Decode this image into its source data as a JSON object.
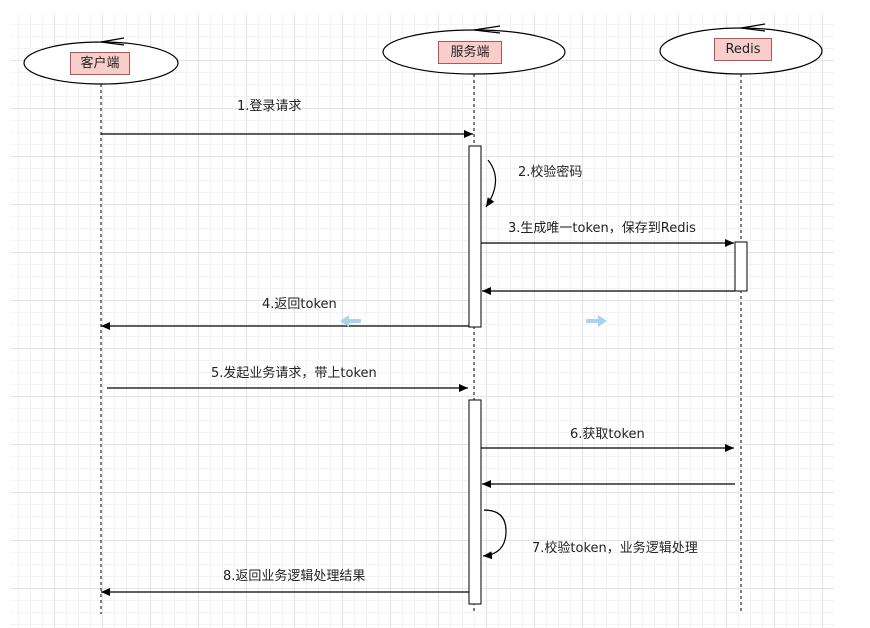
{
  "participants": {
    "client": "客户端",
    "server": "服务端",
    "redis": "Redis"
  },
  "messages": {
    "m1": "1.登录请求",
    "m2": "2.校验密码",
    "m3": "3.生成唯一token，保存到Redis",
    "m4": "4.返回token",
    "m5": "5.发起业务请求，带上token",
    "m6": "6.获取token",
    "m7": "7.校验token，业务逻辑处理",
    "m8": "8.返回业务逻辑处理结果"
  },
  "colors": {
    "participant_fill": "#f8cecc",
    "participant_border": "#b85450",
    "line": "#000000",
    "hint_arrow": "#a8d4f0"
  }
}
